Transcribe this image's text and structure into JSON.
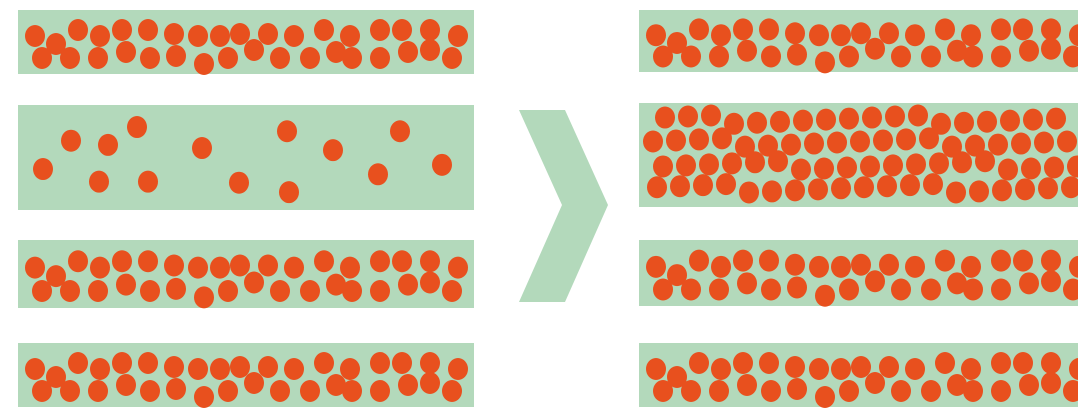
{
  "colors": {
    "background": "#ffffff",
    "band": "#b3d9bb",
    "particle": "#e8501e",
    "arrow": "#b3d9bb"
  },
  "arrow": {
    "icon": "chevron-right-icon"
  },
  "before": {
    "bands": [
      {
        "label": "",
        "density": "dense"
      },
      {
        "label": "",
        "density": "sparse"
      },
      {
        "label": "",
        "density": "dense"
      },
      {
        "label": "",
        "density": "dense"
      }
    ]
  },
  "after": {
    "bands": [
      {
        "label": "",
        "density": "dense"
      },
      {
        "label": "",
        "density": "very-dense"
      },
      {
        "label": "",
        "density": "dense"
      },
      {
        "label": "",
        "density": "dense"
      }
    ]
  }
}
